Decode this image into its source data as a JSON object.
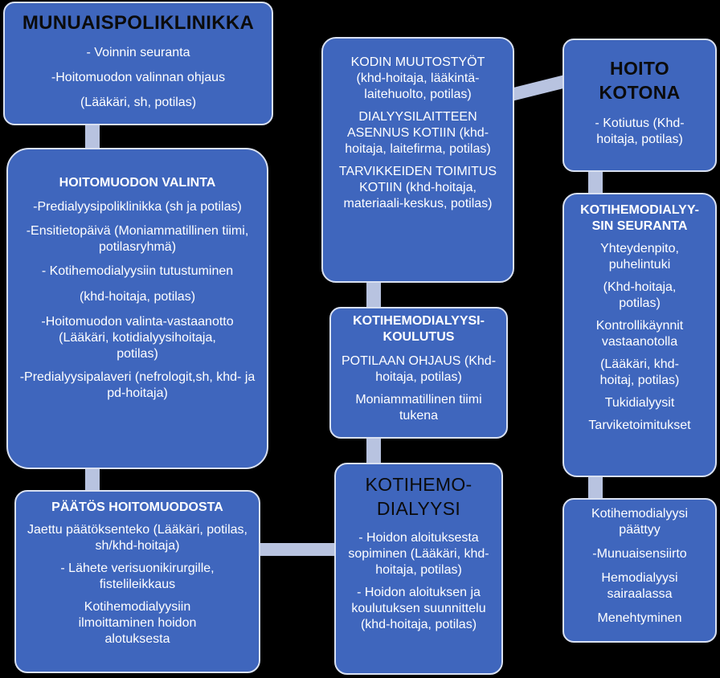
{
  "boxes": {
    "munuais": {
      "title": "MUNUAISPOLIKLINIKKA",
      "lines": [
        "- Voinnin seuranta",
        "-Hoitomuodon valinnan ohjaus",
        "(Lääkäri, sh, potilas)"
      ]
    },
    "valinta": {
      "title": "HOITOMUODON VALINTA",
      "lines": [
        "-Predialyysipoliklinikka (sh ja potilas)",
        "-Ensitietopäivä (Moniammatillinen tiimi, potilasryhmä)",
        "- Kotihemodialyysiin tutustuminen",
        "(khd-hoitaja, potilas)",
        "-Hoitomuodon valinta-vastaanotto (Lääkäri, kotidialyysihoitaja, potilas)",
        "-Predialyysipalaveri (nefrologit,sh, khd- ja pd-hoitaja)"
      ]
    },
    "paatos": {
      "title": "PÄÄTÖS HOITOMUODOSTA",
      "lines": [
        "Jaettu päätöksenteko (Lääkäri, potilas, sh/khd-hoitaja)",
        "- Lähete verisuonikirurgille, fistelileikkaus",
        "Kotihemodialyysiin ilmoittaminen hoidon alotuksesta"
      ]
    },
    "kodin": {
      "title": "",
      "lines": [
        "KODIN MUUTOSTYÖT (khd-hoitaja, lääkintä-laitehuolto, potilas)",
        "DIALYYSILAITTEEN ASENNUS KOTIIN (khd-hoitaja, laitefirma, potilas)",
        "TARVIKKEIDEN TOIMITUS KOTIIN (khd-hoitaja, materiaali-keskus, potilas)"
      ]
    },
    "koulutus": {
      "title": "KOTIHEMODIALYYSI-KOULUTUS",
      "lines": [
        "POTILAAN OHJAUS (Khd-hoitaja, potilas)",
        "Moniammatillinen tiimi tukena"
      ]
    },
    "khd": {
      "title": "KOTIHEMO-DIALYYSI",
      "lines": [
        "- Hoidon aloituksesta sopiminen (Lääkäri, khd-hoitaja, potilas)",
        "- Hoidon aloituksen ja koulutuksen suunnittelu (khd-hoitaja, potilas)"
      ]
    },
    "kotona": {
      "title": "HOITO KOTONA",
      "lines": [
        "- Kotiutus (Khd-hoitaja, potilas)"
      ]
    },
    "seuranta": {
      "title": "KOTIHEMODIALYY-SIN SEURANTA",
      "lines": [
        "Yhteydenpito, puhelintuki",
        "(Khd-hoitaja, potilas)",
        "Kontrollikäynnit vastaanotolla",
        "(Lääkäri, khd-hoitaj, potilas)",
        "Tukidialyysit",
        "Tarviketoimitukset"
      ]
    },
    "paattyy": {
      "title": "",
      "lines": [
        "Kotihemodialyysi päättyy",
        "-Munuaisensiirto",
        "Hemodialyysi sairaalassa",
        "Menehtyminen"
      ]
    }
  }
}
